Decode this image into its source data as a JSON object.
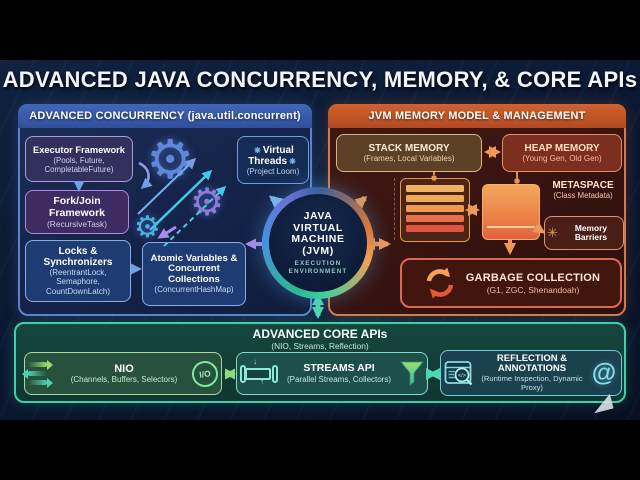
{
  "page": {
    "title": "ADVANCED JAVA CONCURRENCY, MEMORY, & CORE APIs"
  },
  "concurrency": {
    "header": "ADVANCED CONCURRENCY (java.util.concurrent)",
    "boxes": {
      "executor": {
        "title": "Executor Framework",
        "sub": "(Pools, Future, CompletableFuture)"
      },
      "fork_join": {
        "title": "Fork/Join Framework",
        "sub": "(RecursiveTask)"
      },
      "locks": {
        "title": "Locks & Synchronizers",
        "sub": "(ReentrantLock, Semaphore, CountDownLatch)"
      },
      "atomic": {
        "title": "Atomic Variables & Concurrent Collections",
        "sub": "(ConcurrentHashMap)"
      },
      "virtual_threads": {
        "title": "Virtual Threads",
        "sub": "(Project Loom)"
      }
    }
  },
  "memory": {
    "header": "JVM MEMORY MODEL & MANAGEMENT",
    "boxes": {
      "stack": {
        "title": "STACK MEMORY",
        "sub": "(Frames, Local Variables)"
      },
      "heap": {
        "title": "HEAP MEMORY",
        "sub": "(Young Gen, Old Gen)"
      },
      "metaspace": {
        "title": "METASPACE",
        "sub": "(Class Metadata)"
      },
      "barriers": {
        "title": "Memory Barriers"
      },
      "gc": {
        "title": "GARBAGE COLLECTION",
        "sub": "(G1, ZGC, Shenandoah)"
      }
    }
  },
  "jvm": {
    "line1": "JAVA",
    "line2": "VIRTUAL",
    "line3": "MACHINE",
    "line4": "(JVM)",
    "sub1": "EXECUTION",
    "sub2": "ENVIRONMENT"
  },
  "core_apis": {
    "header": "ADVANCED CORE APIs",
    "sub": "(NIO, Streams, Reflection)",
    "boxes": {
      "nio": {
        "title": "NIO",
        "sub": "(Channels, Buffers, Selectors)"
      },
      "streams": {
        "title": "STREAMS API",
        "sub": "(Parallel Streams, Collectors)"
      },
      "reflection": {
        "title": "REFLECTION & ANNOTATIONS",
        "sub": "(Runtime Inspection, Dynamic Proxy)"
      }
    }
  },
  "icons": {
    "gear": "⚙",
    "sparkle": "❋",
    "burst": "✳",
    "io_badge": "I/O",
    "at": "@"
  },
  "colors": {
    "concurrency_accent": "#4a6fc4",
    "memory_accent": "#d4662e",
    "core_accent": "#35c8a0"
  }
}
